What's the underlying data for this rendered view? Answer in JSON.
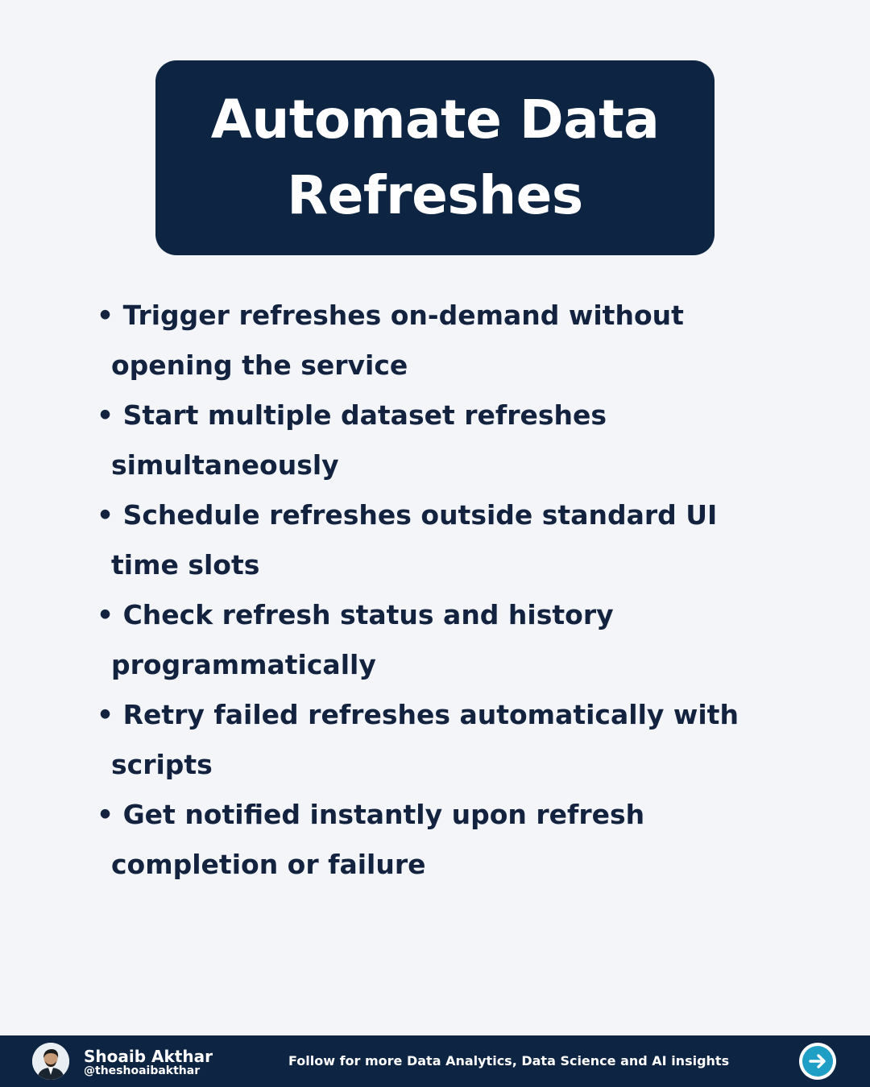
{
  "header": {
    "title_line1": "Automate Data",
    "title_line2": "Refreshes"
  },
  "bullets": [
    "• Trigger refreshes on-demand without opening the service",
    "• Start multiple dataset refreshes simultaneously",
    "• Schedule refreshes outside standard UI time slots",
    "• Check refresh status and history programmatically",
    "• Retry failed refreshes automatically with scripts",
    "• Get notified instantly upon refresh completion or failure"
  ],
  "footer": {
    "author_name": "Shoaib Akthar",
    "author_handle": "@theshoaibakthar",
    "tagline": "Follow for more Data Analytics, Data Science and AI insights",
    "avatar_icon": "person-icon",
    "next_icon": "arrow-right-icon"
  },
  "colors": {
    "background": "#f4f5f9",
    "navy": "#0d2442",
    "text": "#13233f",
    "accent": "#1f9fc5"
  }
}
